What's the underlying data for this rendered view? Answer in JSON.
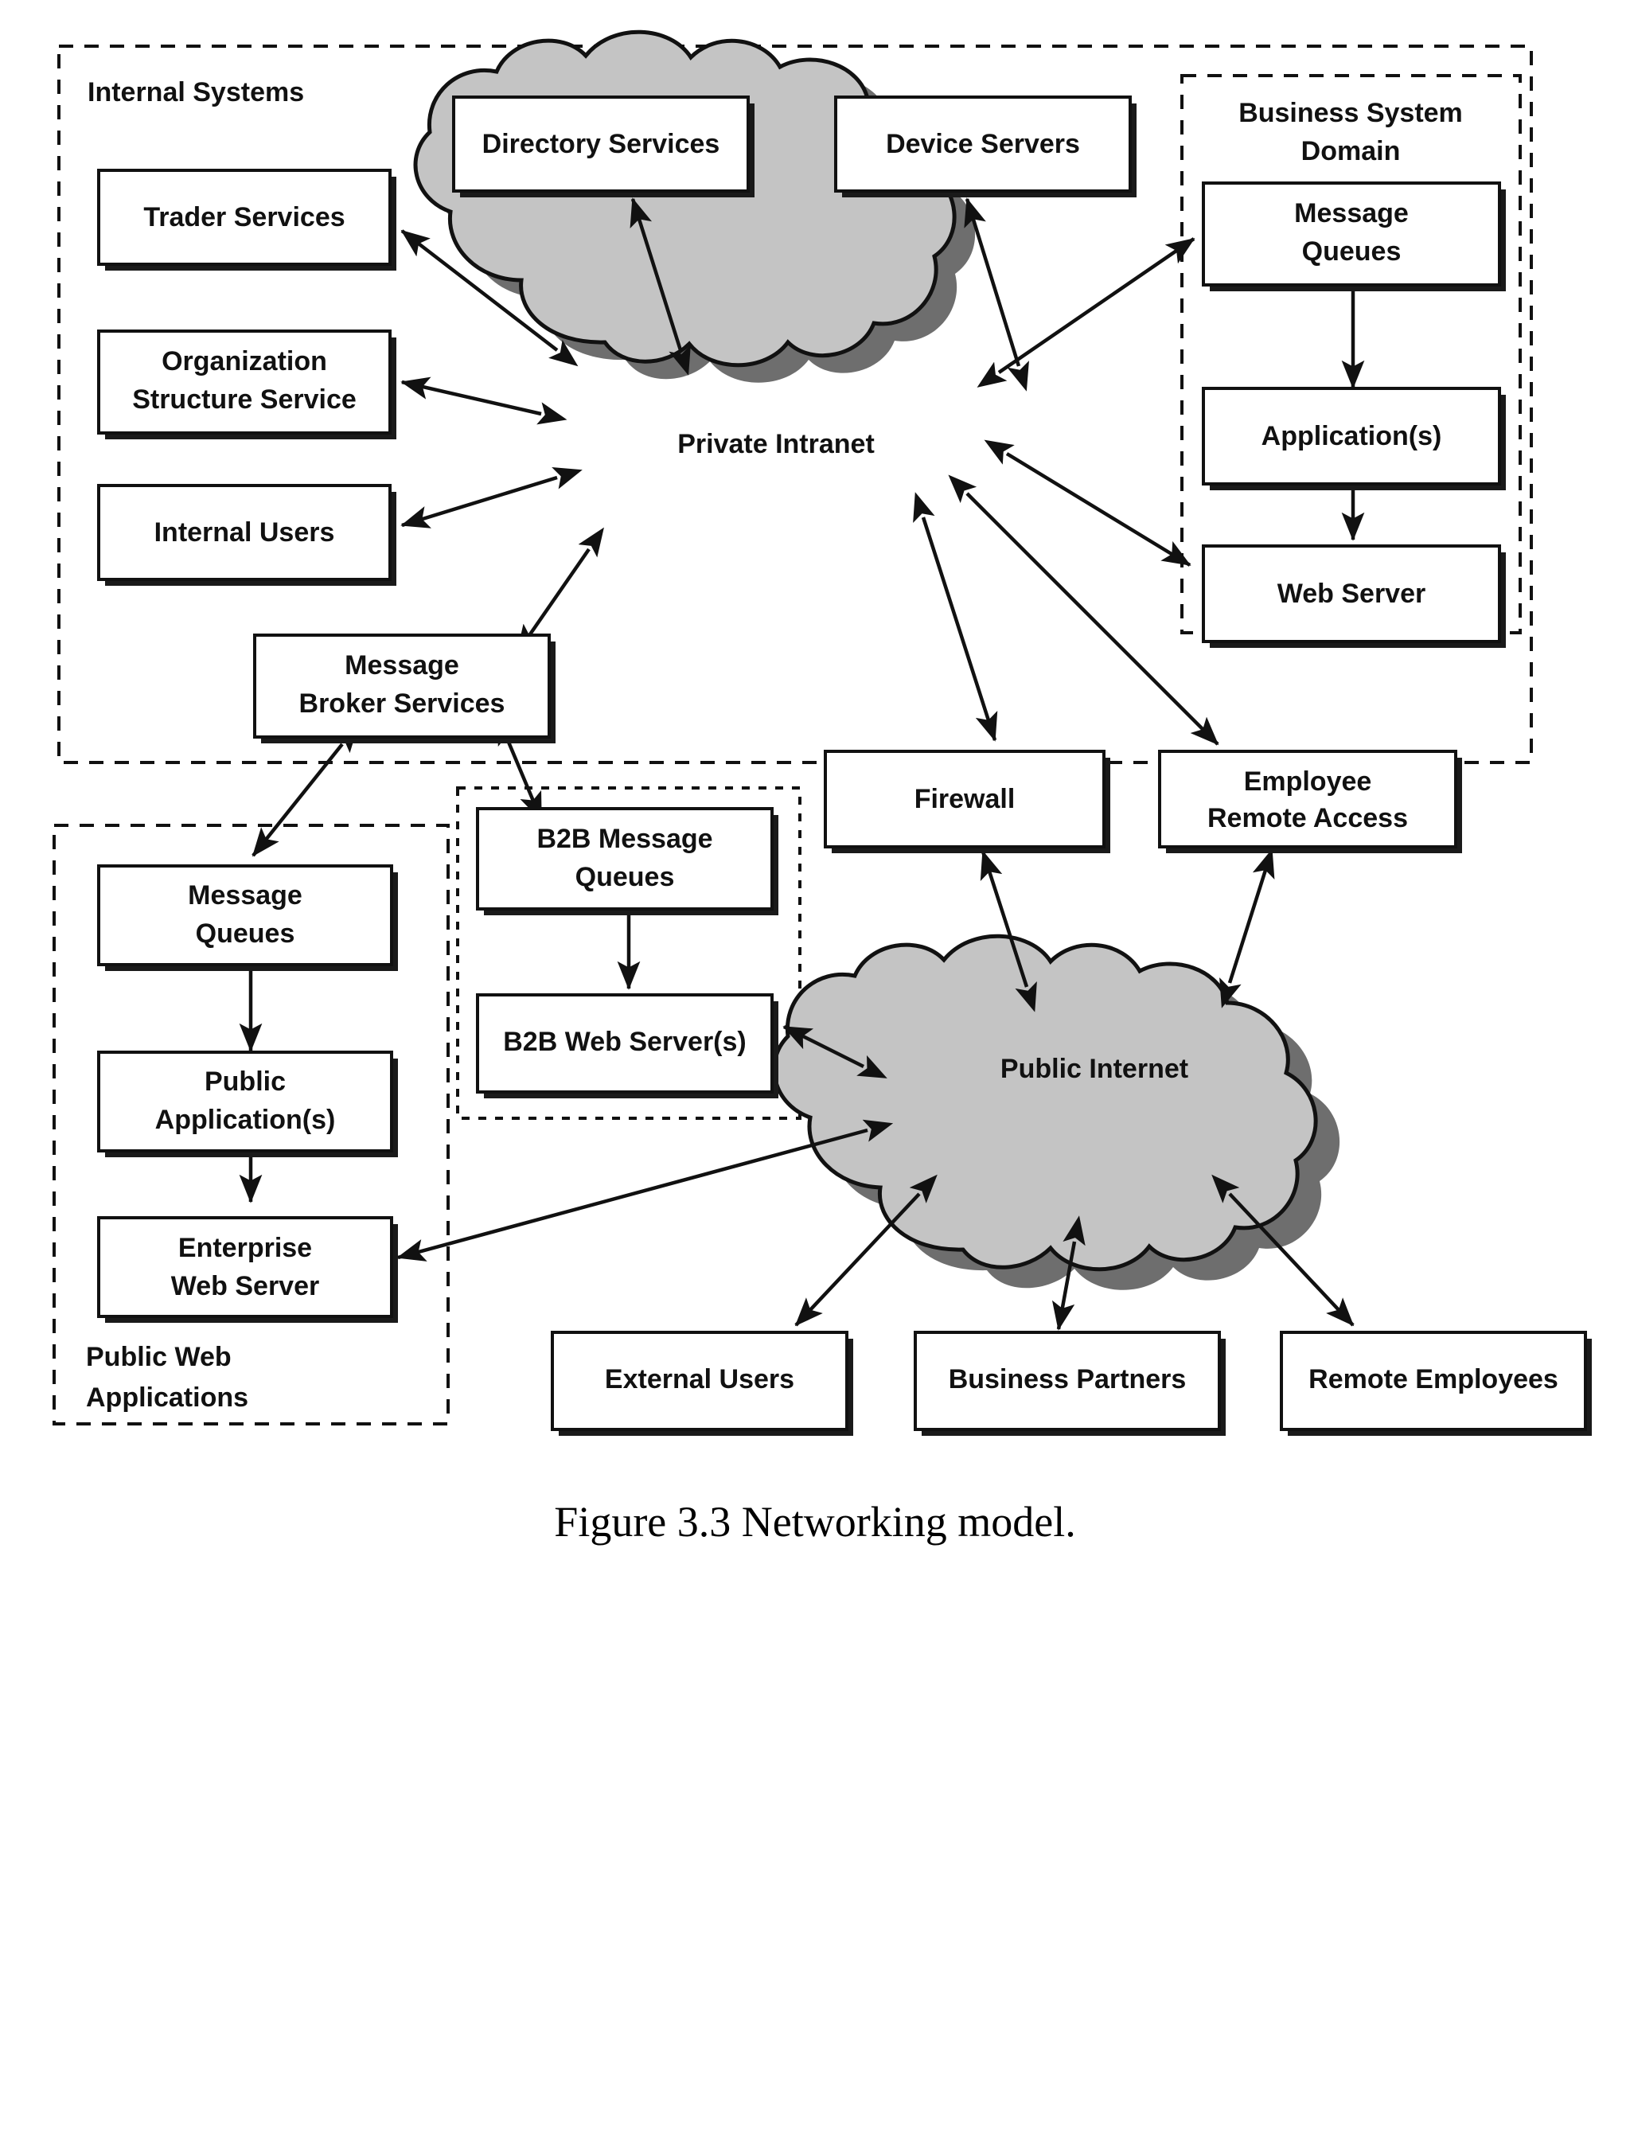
{
  "figure": {
    "caption": "Figure 3.3 Networking model."
  },
  "zones": [
    {
      "id": "internal-systems",
      "label": "Internal Systems"
    },
    {
      "id": "business-system-domain",
      "label": "Business System Domain",
      "label_line1": "Business System",
      "label_line2": "Domain"
    },
    {
      "id": "b2b-zone",
      "label": ""
    },
    {
      "id": "public-web-applications",
      "label": "Public Web Applications",
      "label_line1": "Public Web",
      "label_line2": "Applications"
    }
  ],
  "clouds": [
    {
      "id": "private-intranet",
      "label": "Private Intranet"
    },
    {
      "id": "public-internet",
      "label": "Public Internet"
    }
  ],
  "nodes": [
    {
      "id": "trader-services",
      "label": "Trader Services",
      "lines": [
        "Trader Services"
      ],
      "zone": "internal-systems"
    },
    {
      "id": "organization-structure-service",
      "label": "Organization Structure Service",
      "lines": [
        "Organization",
        "Structure Service"
      ],
      "zone": "internal-systems"
    },
    {
      "id": "internal-users",
      "label": "Internal Users",
      "lines": [
        "Internal Users"
      ],
      "zone": "internal-systems"
    },
    {
      "id": "message-broker-services",
      "label": "Message Broker Services",
      "lines": [
        "Message",
        "Broker Services"
      ],
      "zone": "internal-systems"
    },
    {
      "id": "directory-services",
      "label": "Directory Services",
      "lines": [
        "Directory Services"
      ],
      "zone": "internal-systems"
    },
    {
      "id": "device-servers",
      "label": "Device Servers",
      "lines": [
        "Device Servers"
      ],
      "zone": "internal-systems"
    },
    {
      "id": "bsd-message-queues",
      "label": "Message Queues",
      "lines": [
        "Message",
        "Queues"
      ],
      "zone": "business-system-domain"
    },
    {
      "id": "bsd-applications",
      "label": "Application(s)",
      "lines": [
        "Application(s)"
      ],
      "zone": "business-system-domain"
    },
    {
      "id": "bsd-web-server",
      "label": "Web Server",
      "lines": [
        "Web Server"
      ],
      "zone": "business-system-domain"
    },
    {
      "id": "firewall",
      "label": "Firewall",
      "lines": [
        "Firewall"
      ],
      "zone": "internal-systems"
    },
    {
      "id": "employee-remote-access",
      "label": "Employee Remote Access",
      "lines": [
        "Employee",
        "Remote Access"
      ],
      "zone": "internal-systems"
    },
    {
      "id": "b2b-message-queues",
      "label": "B2B Message Queues",
      "lines": [
        "B2B Message",
        "Queues"
      ],
      "zone": "b2b-zone"
    },
    {
      "id": "b2b-web-servers",
      "label": "B2B Web Server(s)",
      "lines": [
        "B2B Web Server(s)"
      ],
      "zone": "b2b-zone"
    },
    {
      "id": "pwa-message-queues",
      "label": "Message Queues",
      "lines": [
        "Message",
        "Queues"
      ],
      "zone": "public-web-applications"
    },
    {
      "id": "public-applications",
      "label": "Public Application(s)",
      "lines": [
        "Public",
        "Application(s)"
      ],
      "zone": "public-web-applications"
    },
    {
      "id": "enterprise-web-server",
      "label": "Enterprise Web Server",
      "lines": [
        "Enterprise",
        "Web Server"
      ],
      "zone": "public-web-applications"
    },
    {
      "id": "external-users",
      "label": "External Users",
      "lines": [
        "External Users"
      ],
      "zone": null
    },
    {
      "id": "business-partners",
      "label": "Business Partners",
      "lines": [
        "Business Partners"
      ],
      "zone": null
    },
    {
      "id": "remote-employees",
      "label": "Remote Employees",
      "lines": [
        "Remote Employees"
      ],
      "zone": null
    }
  ],
  "connections": [
    {
      "from": "private-intranet",
      "to": "trader-services",
      "arrows": "both"
    },
    {
      "from": "private-intranet",
      "to": "organization-structure-service",
      "arrows": "both"
    },
    {
      "from": "private-intranet",
      "to": "internal-users",
      "arrows": "both"
    },
    {
      "from": "private-intranet",
      "to": "directory-services",
      "arrows": "both"
    },
    {
      "from": "private-intranet",
      "to": "device-servers",
      "arrows": "both"
    },
    {
      "from": "private-intranet",
      "to": "message-broker-services",
      "arrows": "both"
    },
    {
      "from": "private-intranet",
      "to": "bsd-message-queues",
      "arrows": "both"
    },
    {
      "from": "private-intranet",
      "to": "bsd-web-server",
      "arrows": "both"
    },
    {
      "from": "private-intranet",
      "to": "firewall",
      "arrows": "both"
    },
    {
      "from": "private-intranet",
      "to": "employee-remote-access",
      "arrows": "both"
    },
    {
      "from": "bsd-message-queues",
      "to": "bsd-applications",
      "arrows": "both"
    },
    {
      "from": "bsd-applications",
      "to": "bsd-web-server",
      "arrows": "both"
    },
    {
      "from": "message-broker-services",
      "to": "pwa-message-queues",
      "arrows": "both"
    },
    {
      "from": "message-broker-services",
      "to": "b2b-message-queues",
      "arrows": "both"
    },
    {
      "from": "b2b-message-queues",
      "to": "b2b-web-servers",
      "arrows": "both"
    },
    {
      "from": "pwa-message-queues",
      "to": "public-applications",
      "arrows": "both"
    },
    {
      "from": "public-applications",
      "to": "enterprise-web-server",
      "arrows": "both"
    },
    {
      "from": "public-internet",
      "to": "b2b-web-servers",
      "arrows": "both"
    },
    {
      "from": "public-internet",
      "to": "enterprise-web-server",
      "arrows": "both"
    },
    {
      "from": "public-internet",
      "to": "firewall",
      "arrows": "both"
    },
    {
      "from": "public-internet",
      "to": "employee-remote-access",
      "arrows": "both"
    },
    {
      "from": "public-internet",
      "to": "external-users",
      "arrows": "both"
    },
    {
      "from": "public-internet",
      "to": "business-partners",
      "arrows": "both"
    },
    {
      "from": "public-internet",
      "to": "remote-employees",
      "arrows": "both"
    }
  ],
  "colors": {
    "cloud_fill": "#c4c4c4",
    "cloud_shadow": "#6e6e6e",
    "stroke": "#111111",
    "box_fill": "#ffffff",
    "page_bg": "#ffffff"
  }
}
